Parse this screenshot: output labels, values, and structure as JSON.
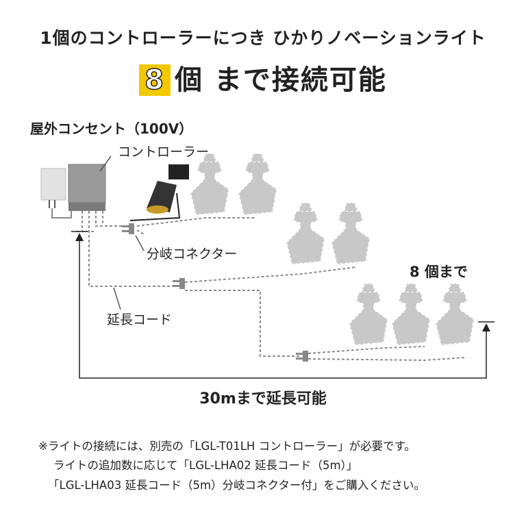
{
  "header": {
    "line1": "1個のコントローラーにつき ひかりノベーションライト",
    "line2_number": "8",
    "line2_rest": "個 まで接続可能"
  },
  "labels": {
    "outlet": "屋外コンセント（100V）",
    "controller": "コントローラー",
    "branch_connector": "分岐コネクター",
    "extension_cord": "延長コード",
    "up_to_8": "8 個まで",
    "extend_30m": "30mまで延長可能"
  },
  "notes": {
    "line1": "※ライトの接続には、別売の「LGL-T01LH コントローラー」が必要です。",
    "line2": "ライトの追加数に応じて「LGL-LHA02 延長コード（5m）」",
    "line3": "「LGL-LHA03 延長コード（5m）分岐コネクター付」をご購入ください。"
  },
  "colors": {
    "accent_yellow": "#f2c800",
    "ghost_light": "#c8c8c8",
    "cord": "#8a8a8a",
    "text": "#222222"
  },
  "icons": [
    "outlet-icon",
    "controller-icon",
    "spotlight-icon",
    "branch-connector-icon",
    "ghost-light-icon",
    "arrow-up-icon"
  ]
}
